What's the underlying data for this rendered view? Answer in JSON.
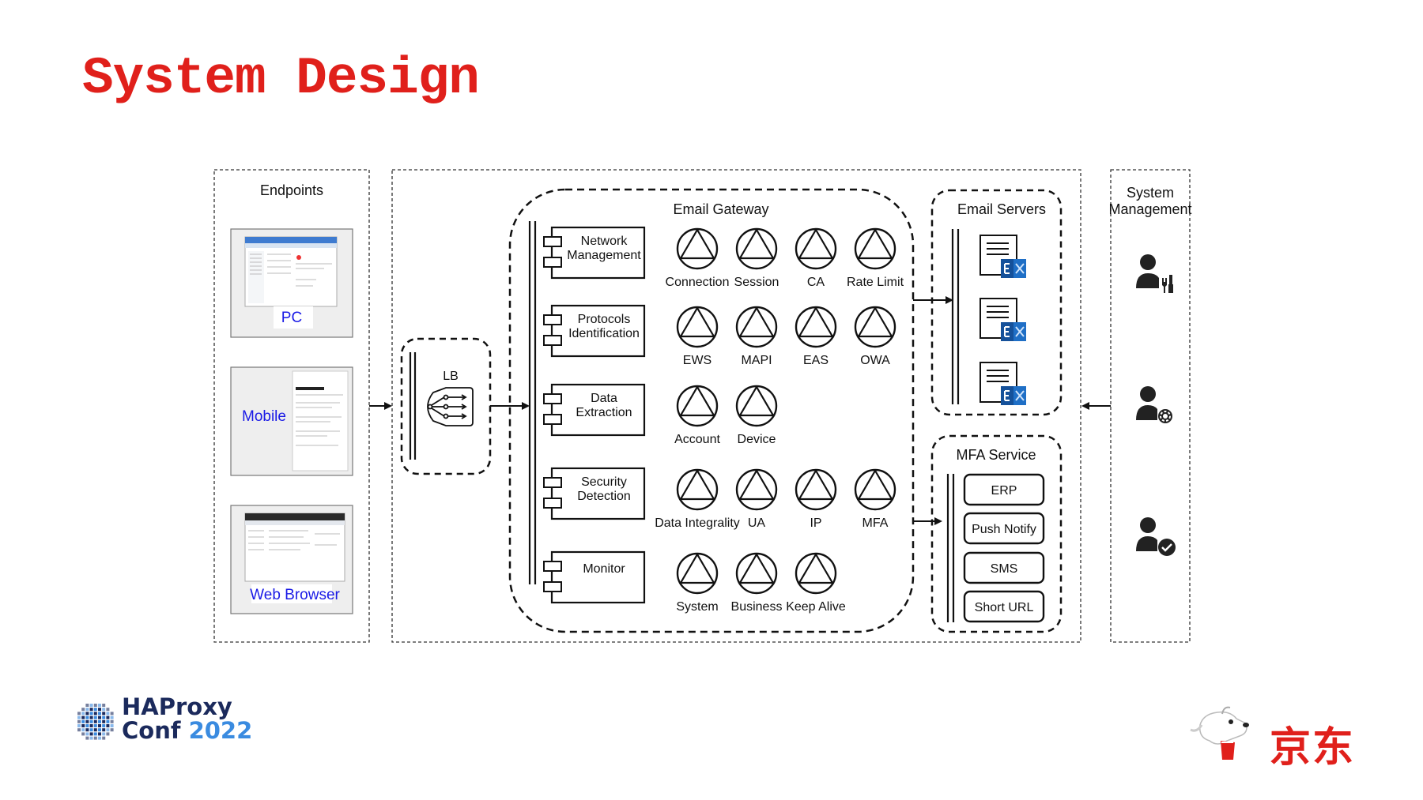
{
  "title": "System Design",
  "endpoints": {
    "heading": "Endpoints",
    "items": [
      {
        "label": "PC"
      },
      {
        "label": "Mobile"
      },
      {
        "label": "Web Browser"
      }
    ]
  },
  "lb": {
    "label": "LB"
  },
  "gateway": {
    "title": "Email Gateway",
    "modules": [
      {
        "label": [
          "Network",
          "Management"
        ],
        "features": [
          "Connection",
          "Session",
          "CA",
          "Rate Limit"
        ]
      },
      {
        "label": [
          "Protocols",
          "Identification"
        ],
        "features": [
          "EWS",
          "MAPI",
          "EAS",
          "OWA"
        ]
      },
      {
        "label": [
          "Data",
          "Extraction"
        ],
        "features": [
          "Account",
          "Device"
        ]
      },
      {
        "label": [
          "Security",
          "Detection"
        ],
        "features": [
          "Data Integrality",
          "UA",
          "IP",
          "MFA"
        ]
      },
      {
        "label": [
          "Monitor"
        ],
        "features": [
          "System",
          "Business",
          "Keep Alive"
        ]
      }
    ]
  },
  "email_servers": {
    "title": "Email Servers"
  },
  "mfa": {
    "title": "MFA Service",
    "items": [
      "ERP",
      "Push Notify",
      "SMS",
      "Short URL"
    ]
  },
  "system_management": {
    "title": [
      "System",
      "Management"
    ]
  },
  "footer": {
    "haproxy_line1": "HAProxy",
    "haproxy_line2": "Conf",
    "haproxy_year": "2022",
    "jd_text": "京东"
  },
  "colors": {
    "title": "#e0201b",
    "link_blue": "#1a1ae6",
    "exchange_blue": "#1f6fc6"
  }
}
